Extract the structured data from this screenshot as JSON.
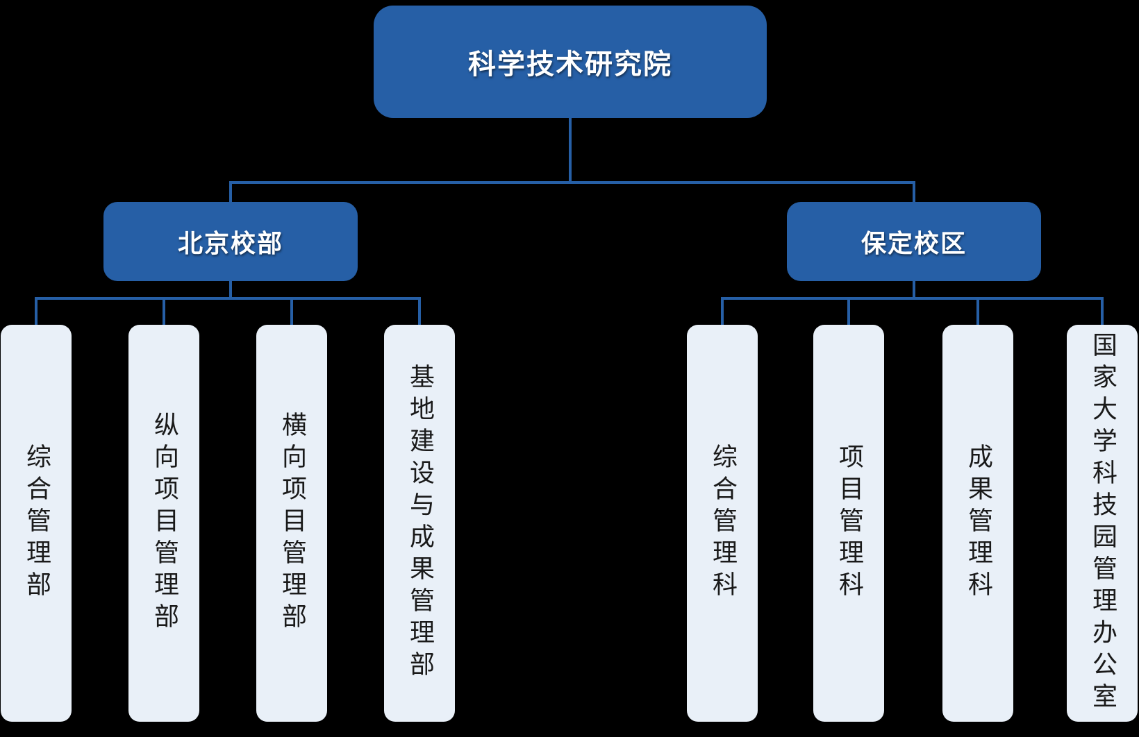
{
  "background": "#000000",
  "colors": {
    "node_fill": "#265FA6",
    "node_text": "#FFFFFF",
    "leaf_fill": "#E9F0F8",
    "leaf_text": "#1A1A1A",
    "connector": "#265FA6",
    "bg": "#000000"
  },
  "org": {
    "root": {
      "label": "科学技术研究院"
    },
    "branches": [
      {
        "label": "北京校部",
        "children": [
          "综合管理部",
          "纵向项目管理部",
          "横向项目管理部",
          "基地建设与成果管理部"
        ]
      },
      {
        "label": "保定校区",
        "children": [
          "综合管理科",
          "项目管理科",
          "成果管理科",
          "国家大学科技园管理办公室"
        ]
      }
    ]
  }
}
